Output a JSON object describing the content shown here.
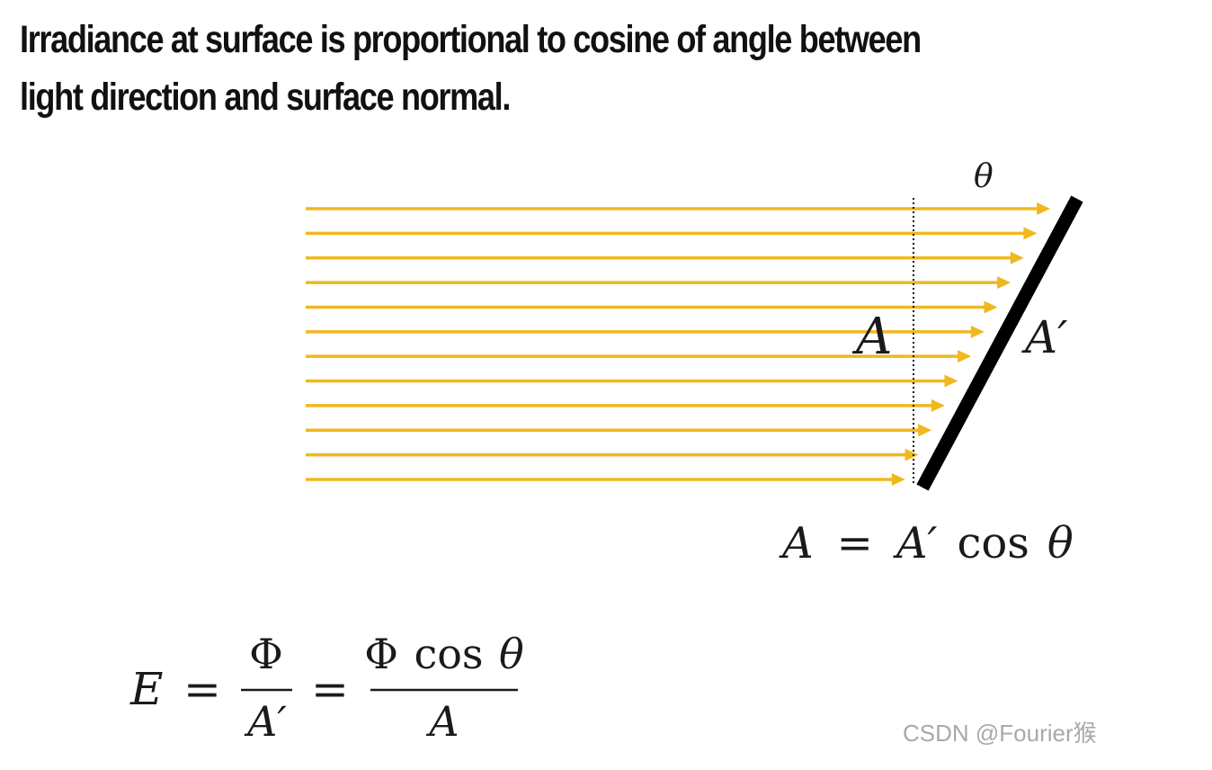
{
  "title": {
    "line1": "Irradiance at surface is proportional to cosine of angle between",
    "line2": "light direction and surface normal."
  },
  "diagram": {
    "ray_color": "#f0b81e",
    "surface_color": "#000000",
    "ray_count": 12,
    "labels": {
      "theta": "θ",
      "area_projected": "A",
      "area_surface": "A′"
    },
    "relation": {
      "lhs": "A",
      "equals": "=",
      "rhs_area": "A′",
      "rhs_func": "cos",
      "rhs_angle": "θ"
    }
  },
  "irradiance_formula": {
    "lhs": "E",
    "equals": "=",
    "frac1_num": "Φ",
    "frac1_den": "A′",
    "frac2_num_phi": "Φ",
    "frac2_num_func": "cos",
    "frac2_num_angle": "θ",
    "frac2_den": "A"
  },
  "watermark": "CSDN @Fourier猴"
}
